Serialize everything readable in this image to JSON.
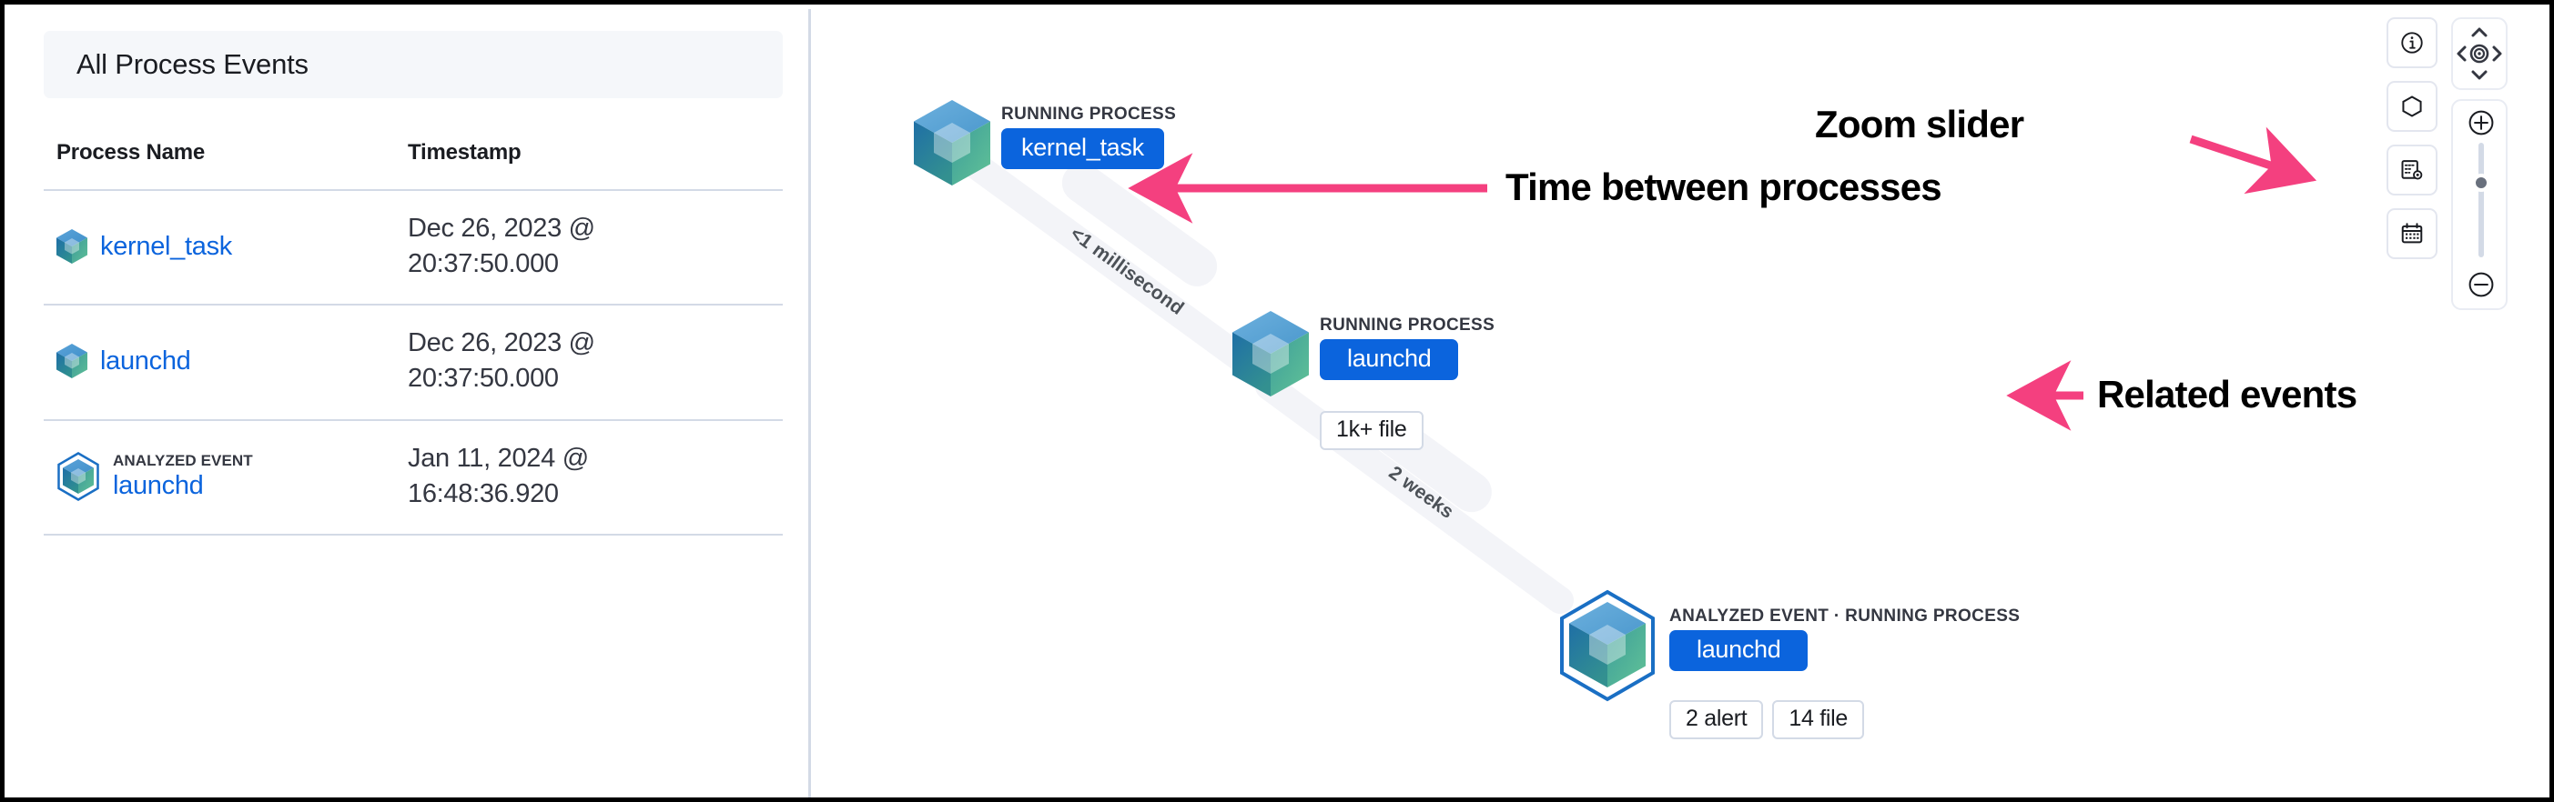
{
  "left_panel": {
    "title": "All Process Events",
    "table": {
      "columns": [
        "Process Name",
        "Timestamp"
      ],
      "rows": [
        {
          "tag": "",
          "process": "kernel_task",
          "icon": "cube-icon",
          "timestamp_date": "Dec 26, 2023 @",
          "timestamp_time": "20:37:50.000"
        },
        {
          "tag": "",
          "process": "launchd",
          "icon": "cube-icon",
          "timestamp_date": "Dec 26, 2023 @",
          "timestamp_time": "20:37:50.000"
        },
        {
          "tag": "ANALYZED EVENT",
          "process": "launchd",
          "icon": "cube-hexagon-icon",
          "timestamp_date": "Jan 11, 2024 @",
          "timestamp_time": "16:48:36.920"
        }
      ]
    }
  },
  "graph": {
    "nodes": [
      {
        "kind": "RUNNING PROCESS",
        "name": "kernel_task",
        "icon": "cube-icon",
        "analyzed": false,
        "badges": []
      },
      {
        "kind": "RUNNING PROCESS",
        "name": "launchd",
        "icon": "cube-icon",
        "analyzed": false,
        "badges": [
          "1k+ file"
        ]
      },
      {
        "kind": "ANALYZED EVENT · RUNNING PROCESS",
        "name": "launchd",
        "icon": "cube-hexagon-icon",
        "analyzed": true,
        "badges": [
          "2 alert",
          "14 file"
        ]
      }
    ],
    "edges": [
      {
        "label": "<1 millisecond"
      },
      {
        "label": "2 weeks"
      }
    ]
  },
  "annotations": [
    {
      "text": "Time between processes"
    },
    {
      "text": "Zoom slider"
    },
    {
      "text": "Related events"
    }
  ],
  "toolbar": {
    "buttons": [
      {
        "name": "info-icon",
        "label": "info"
      },
      {
        "name": "hexagon-icon",
        "label": "node shapes"
      },
      {
        "name": "list-settings-icon",
        "label": "table settings"
      },
      {
        "name": "calendar-icon",
        "label": "date picker"
      }
    ],
    "nav_pad": {
      "up": "chevron-up-icon",
      "down": "chevron-down-icon",
      "left": "chevron-left-icon",
      "right": "chevron-right-icon",
      "center": "center-target-icon"
    },
    "zoom": {
      "in": "plus-circle-icon",
      "out": "minus-circle-icon",
      "slider_value": 70
    }
  },
  "colors": {
    "accent_blue": "#0b64dd",
    "annotation_pink": "#f4407f",
    "panel_bg": "#f5f7fa",
    "border": "#d3dae6",
    "hex_outline": "#1a6fc4",
    "edge_gray": "#f3f4f8"
  }
}
